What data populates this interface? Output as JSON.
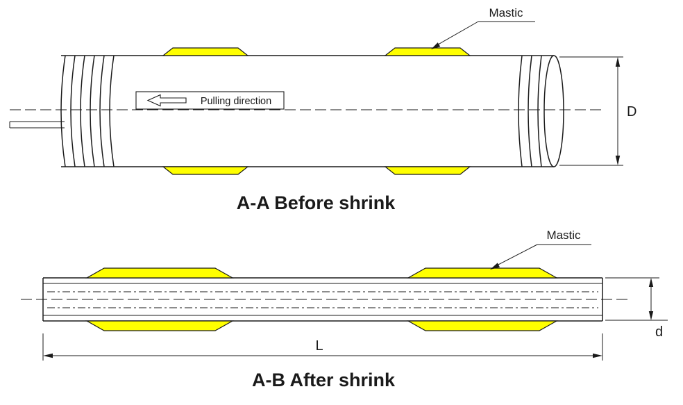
{
  "colors": {
    "line": "#1a1a1a",
    "mastic": "#ffff00",
    "background": "#ffffff"
  },
  "before_shrink": {
    "title": "A-A Before shrink",
    "mastic_label": "Mastic",
    "pulling_direction_label": "Pulling direction",
    "diameter_label": "D"
  },
  "after_shrink": {
    "title": "A-B After shrink",
    "mastic_label": "Mastic",
    "length_label": "L",
    "diameter_label": "d"
  }
}
